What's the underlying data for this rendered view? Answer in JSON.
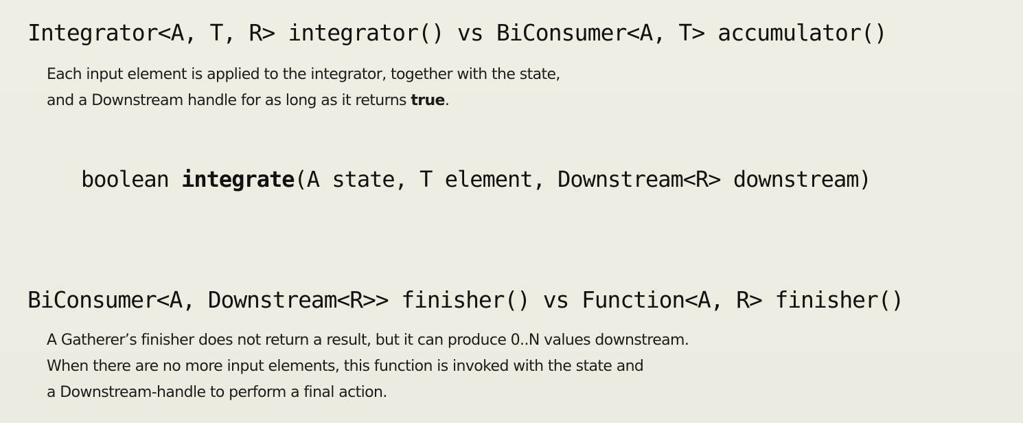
{
  "section1": {
    "heading": "Integrator<A, T, R> integrator() vs BiConsumer<A, T> accumulator()",
    "description": {
      "line1": "Each input element is applied to the integrator, together with the state,",
      "line2_prefix": "and a Downstream handle for as long as it returns ",
      "line2_keyword": "true",
      "line2_suffix": "."
    },
    "signature": {
      "return_type": "boolean ",
      "method": "integrate",
      "params": "(A state, T element, Downstream<R> downstream)"
    }
  },
  "section2": {
    "heading": "BiConsumer<A, Downstream<R>> finisher() vs Function<A, R> finisher()",
    "description": {
      "line1": "A Gatherer’s finisher does not return a result, but it can produce 0..N values downstream.",
      "line2": "When there are no more input elements, this function is invoked with the state and",
      "line3": "a Downstream-handle to perform a final action."
    }
  },
  "colors": {
    "background": "#efede0",
    "text": "#141414"
  }
}
